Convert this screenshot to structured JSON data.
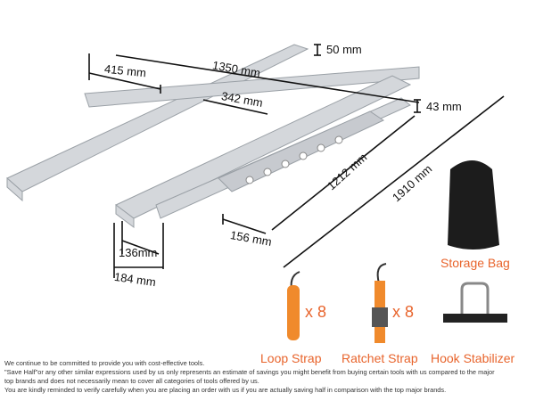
{
  "dimensions": {
    "d50": "50 mm",
    "d415": "415 mm",
    "d1350": "1350 mm",
    "d342": "342 mm",
    "d43": "43 mm",
    "d1212": "1212 mm",
    "d1910": "1910 mm",
    "d156": "156 mm",
    "d136": "136mm",
    "d184": "184 mm"
  },
  "accessories": [
    {
      "label": "Storage Bag"
    },
    {
      "label": "Loop Strap",
      "qty": "x 8"
    },
    {
      "label": "Ratchet Strap",
      "qty": "x 8"
    },
    {
      "label": "Hook Stabilizer"
    }
  ],
  "accent_color": "#e8642c",
  "notes": [
    "We continue to be committed to provide you with cost-effective tools.",
    "\"Save Half\"or any other similar expressions used by us only represents an estimate of savings you might benefit from buying certain tools with us compared to the major",
    "top brands and does not necessarily mean to cover all categories of tools offered by us.",
    "You are kindly reminded to verify carefully when you are placing an order with us if you are actually saving half in comparison with the top major brands."
  ]
}
